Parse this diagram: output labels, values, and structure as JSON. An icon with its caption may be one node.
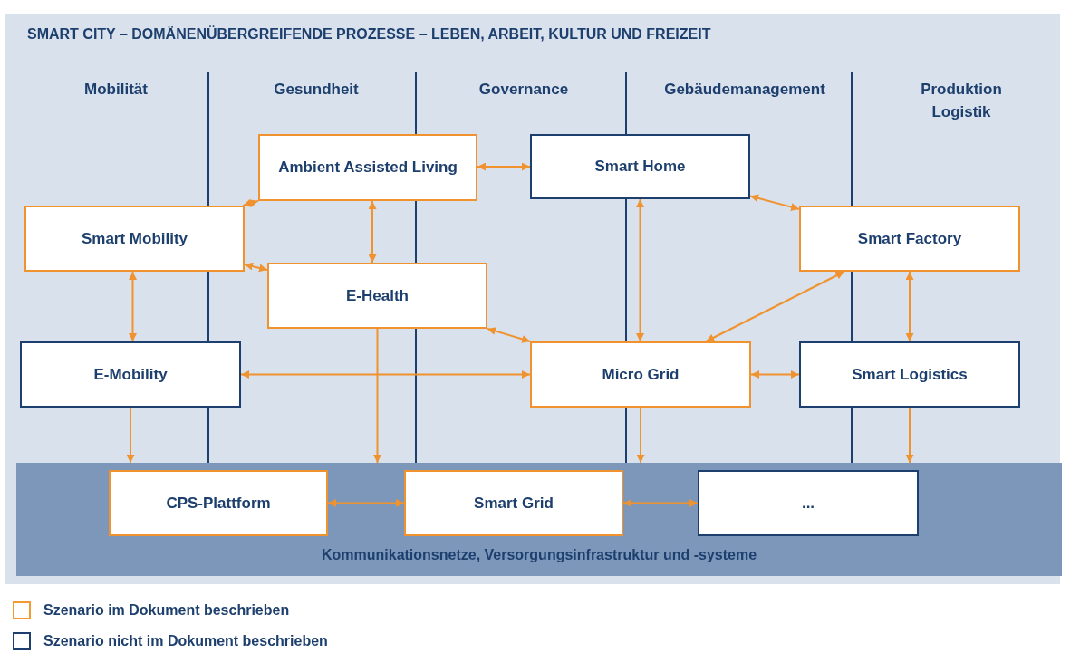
{
  "diagram": {
    "nodes": [
      {
        "text": [
          "SMART CITY – DOMÄNENÜBERGREIFENDE PROZESSE – LEBEN, ARBEIT, KULTUR UND FREIZEIT"
        ]
      },
      {
        "text": [
          "Ambient Assisted Living"
        ],
        "in": 0
      },
      {
        "text": [
          "Smart Home"
        ],
        "in": 0
      },
      {
        "text": [
          "Smart Mobility"
        ],
        "in": 0
      },
      {
        "text": [
          "Smart Factory"
        ],
        "in": 0
      },
      {
        "text": [
          "E-Health"
        ],
        "in": 0
      },
      {
        "text": [
          "E-Mobility"
        ],
        "in": 0
      },
      {
        "text": [
          "Micro Grid"
        ],
        "in": 0
      },
      {
        "text": [
          "Smart Logistics"
        ],
        "in": 0
      },
      {
        "text": [
          "Kommunikationsnetze, Versorgungsinfrastruktur und -systeme"
        ],
        "in": 0
      },
      {
        "text": [
          "CPS-Plattform"
        ],
        "in": 9
      },
      {
        "text": [
          "Smart Grid"
        ],
        "in": 9
      },
      {
        "text": [
          "..."
        ],
        "in": 9
      }
    ],
    "edges": [
      {
        "from": 1,
        "to": 2,
        "arrow": "both"
      },
      {
        "from": 1,
        "to": 3,
        "arrow": "both"
      },
      {
        "from": 1,
        "to": 5,
        "arrow": "both"
      },
      {
        "from": 2,
        "to": 4,
        "arrow": "both"
      },
      {
        "from": 2,
        "to": 7,
        "arrow": "both"
      },
      {
        "from": 3,
        "to": 6,
        "arrow": "both"
      },
      {
        "from": 3,
        "to": 5,
        "arrow": "both"
      },
      {
        "from": 4,
        "to": 8,
        "arrow": "both"
      },
      {
        "from": 4,
        "to": 7,
        "arrow": "both"
      },
      {
        "from": 5,
        "to": 7,
        "arrow": "both"
      },
      {
        "from": 6,
        "to": 7,
        "arrow": "both"
      },
      {
        "from": 7,
        "to": 8,
        "arrow": "both"
      },
      {
        "from": 6,
        "to": 9,
        "arrow": "to"
      },
      {
        "from": 5,
        "to": 9,
        "arrow": "to"
      },
      {
        "from": 7,
        "to": 9,
        "arrow": "to"
      },
      {
        "from": 8,
        "to": 9,
        "arrow": "to"
      },
      {
        "from": 10,
        "to": 11,
        "arrow": "both"
      },
      {
        "from": 11,
        "to": 12,
        "arrow": "both"
      }
    ],
    "labels": [
      "Mobilität",
      "Gesundheit",
      "Governance",
      "Gebäudemanagement",
      "Produktion Logistik"
    ],
    "legend": [
      {
        "text": "Szenario im Dokument beschrieben",
        "color": "#f39a32"
      },
      {
        "text": "Szenario nicht im Dokument beschrieben",
        "color": "#1d3f6e"
      }
    ]
  }
}
